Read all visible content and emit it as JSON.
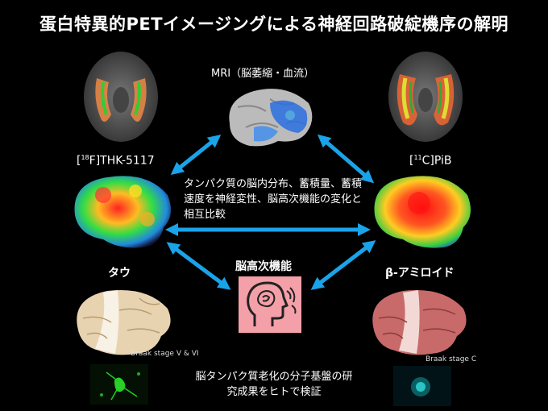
{
  "title": "蛋白特異的PETイメージングによる神経回路破綻機序の解明",
  "labels": {
    "mri": "MRI（脳萎縮・血流）",
    "thk_pre": "[",
    "thk_sup": "18",
    "thk_main": "F]THK-5117",
    "pib_pre": "[",
    "pib_sup": "11",
    "pib_main": "C]PiB",
    "tau": "タウ",
    "amyloid": "β-アミロイド",
    "cognition": "脳高次機能",
    "braak_tau": "Braak stage V & VI",
    "braak_amyloid": "Braak stage C"
  },
  "center_text": "タンパク質の脳内分布、蓄積量、蓄積速度を神経変性、脳高次機能の変化と相互比較",
  "bottom_text": "脳タンパク質老化の分子基盤の研究成果をヒトで検証",
  "colors": {
    "arrow": "#1aa3e8",
    "brain_tan": "#e8d3b0",
    "brain_red": "#c86a6a",
    "icon_bg": "#f4a0a8"
  }
}
